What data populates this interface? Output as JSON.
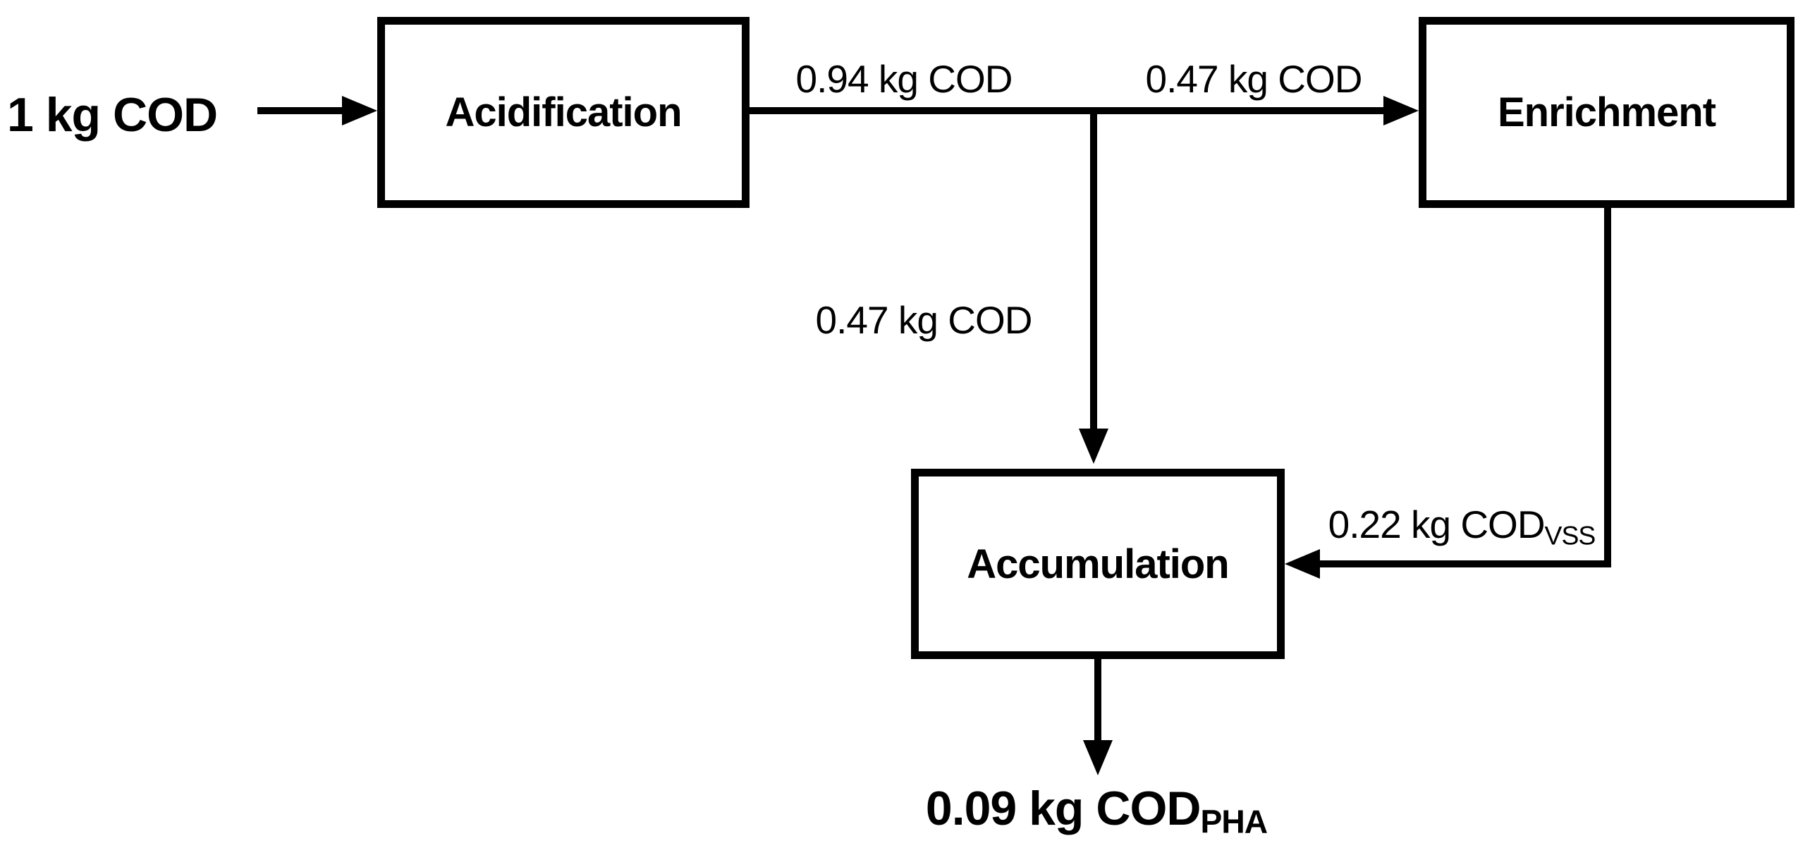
{
  "figure": {
    "background_color": "#ffffff",
    "ink_color": "#000000",
    "type": "process-flow-diagram"
  },
  "nodes": {
    "acidification": "Acidification",
    "enrichment": "Enrichment",
    "accumulation": "Accumulation"
  },
  "flows": [
    {
      "from": "feed",
      "to": "acidification",
      "label": "1 kg COD"
    },
    {
      "from": "acidification",
      "to": "branch-point",
      "label": "0.94 kg COD"
    },
    {
      "from": "branch-point",
      "to": "enrichment",
      "label": "0.47 kg COD"
    },
    {
      "from": "branch-point",
      "to": "accumulation",
      "label": "0.47 kg COD"
    },
    {
      "from": "enrichment",
      "to": "accumulation",
      "label": "0.22 kg COD",
      "label_subscript": "VSS"
    },
    {
      "from": "accumulation",
      "to": "product",
      "label": "0.09 kg COD",
      "label_subscript": "PHA"
    }
  ]
}
